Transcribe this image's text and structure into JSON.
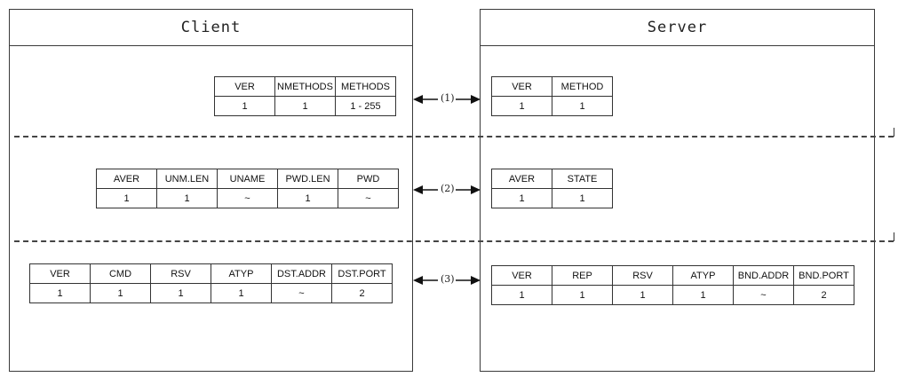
{
  "client": {
    "title": "Client"
  },
  "server": {
    "title": "Server"
  },
  "steps": [
    {
      "label": "(1)",
      "client_table": {
        "headers": [
          "VER",
          "NMETHODS",
          "METHODS"
        ],
        "values": [
          "1",
          "1",
          "1 - 255"
        ]
      },
      "server_table": {
        "headers": [
          "VER",
          "METHOD"
        ],
        "values": [
          "1",
          "1"
        ]
      }
    },
    {
      "label": "(2)",
      "client_table": {
        "headers": [
          "AVER",
          "UNM.LEN",
          "UNAME",
          "PWD.LEN",
          "PWD"
        ],
        "values": [
          "1",
          "1",
          "~",
          "1",
          "~"
        ]
      },
      "server_table": {
        "headers": [
          "AVER",
          "STATE"
        ],
        "values": [
          "1",
          "1"
        ]
      }
    },
    {
      "label": "(3)",
      "client_table": {
        "headers": [
          "VER",
          "CMD",
          "RSV",
          "ATYP",
          "DST.ADDR",
          "DST.PORT"
        ],
        "values": [
          "1",
          "1",
          "1",
          "1",
          "~",
          "2"
        ]
      },
      "server_table": {
        "headers": [
          "VER",
          "REP",
          "RSV",
          "ATYP",
          "BND.ADDR",
          "BND.PORT"
        ],
        "values": [
          "1",
          "1",
          "1",
          "1",
          "~",
          "2"
        ]
      }
    }
  ]
}
